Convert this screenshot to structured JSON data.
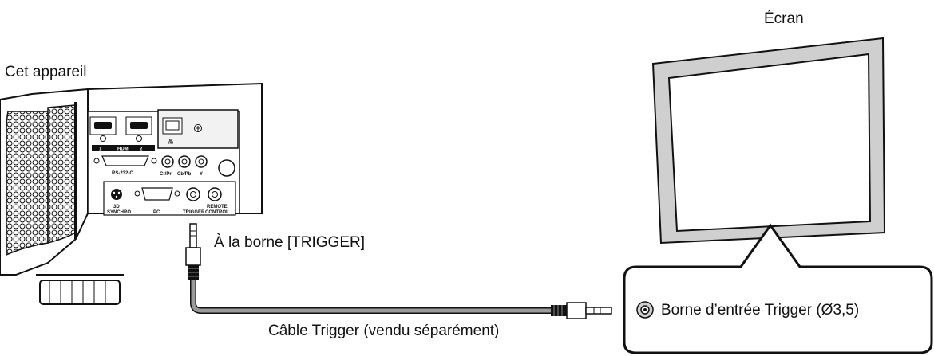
{
  "labels": {
    "screen": "Écran",
    "device": "Cet appareil",
    "to_terminal": "À la borne [TRIGGER]",
    "cable": "Câble Trigger (vendu séparément)",
    "input_terminal": "Borne d’entrée Trigger (Ø3,5)"
  },
  "panel": {
    "hdmi": "HDMI",
    "hdmi_1": "1",
    "hdmi_2": "2",
    "rs232": "RS-232-C",
    "lan": "品",
    "cr_pr": "Cr/Pr",
    "cb_pb": "Cb/Pb",
    "y": "Y",
    "synchro_3d_line1": "3D",
    "synchro_3d_line2": "SYNCHRO",
    "pc": "PC",
    "trigger": "TRIGGER",
    "remote_line1": "REMOTE",
    "remote_line2": "CONTROL"
  },
  "colors": {
    "line": "#111111",
    "screen_fill": "#cfcfcf",
    "panel_fill": "#f2f2f2",
    "cable_gray": "#9a9a9a"
  }
}
